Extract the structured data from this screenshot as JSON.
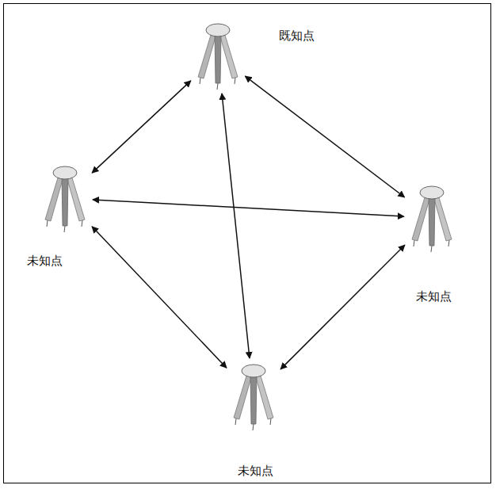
{
  "diagram": {
    "nodes": [
      {
        "text": [
          "既知点"
        ]
      },
      {
        "text": [
          "未知点"
        ]
      },
      {
        "text": [
          "未知点"
        ]
      },
      {
        "text": [
          "未知点"
        ]
      }
    ],
    "edges": [
      {
        "from": 0,
        "to": 1,
        "arrow": "both"
      },
      {
        "from": 0,
        "to": 2,
        "arrow": "both"
      },
      {
        "from": 0,
        "to": 3,
        "arrow": "both"
      },
      {
        "from": 1,
        "to": 2,
        "arrow": "both"
      },
      {
        "from": 1,
        "to": 3,
        "arrow": "both"
      },
      {
        "from": 2,
        "to": 3,
        "arrow": "both"
      }
    ]
  }
}
